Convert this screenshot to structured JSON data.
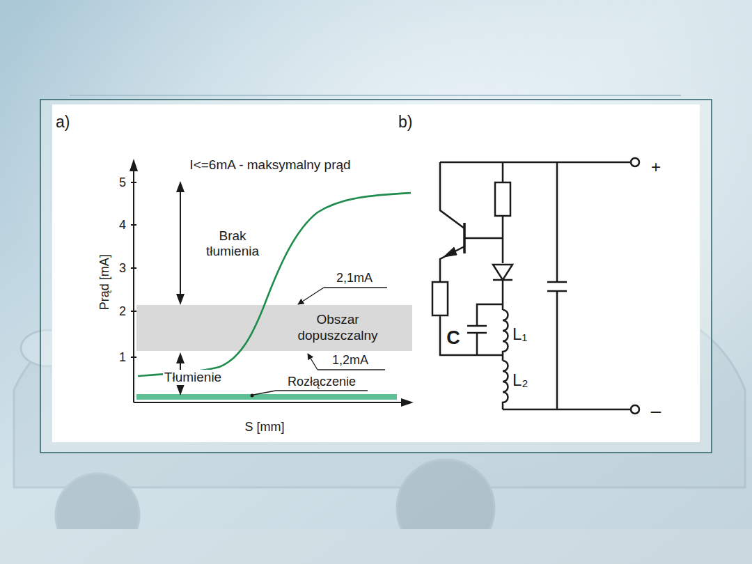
{
  "diagram": {
    "nodes": [
      {
        "text": [
          "Obszar dopuszczalny"
        ]
      }
    ],
    "labels": [
      "a)",
      "I<=6mA - maksymalny prąd",
      "5",
      "4",
      "3",
      "2",
      "1",
      "Prąd [mA]",
      "Brak tłumienia",
      "2,1mA",
      "Tłumienie",
      "Rozłączenie",
      "1,2mA",
      "S [mm]",
      "b)",
      "+",
      "C",
      "L₁",
      "L₂",
      "–"
    ]
  }
}
